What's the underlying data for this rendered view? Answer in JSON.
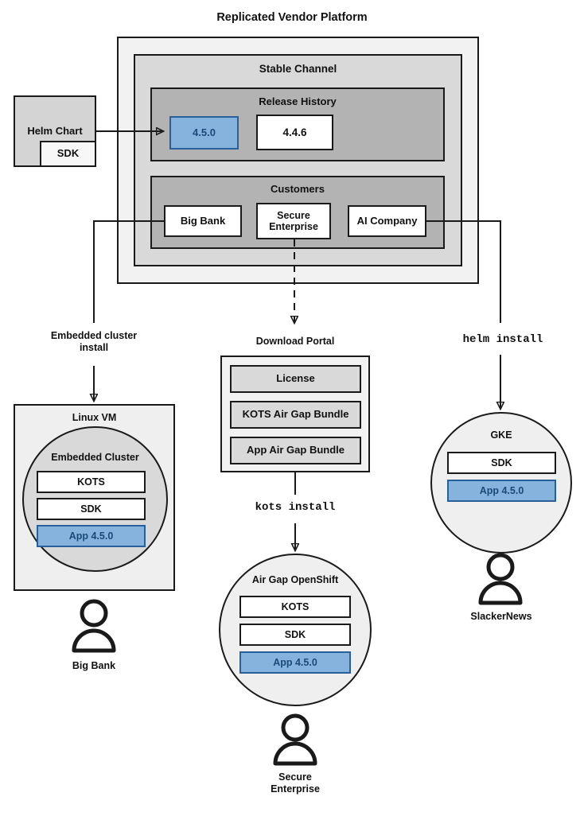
{
  "diagram": {
    "title": "Replicated Vendor Platform",
    "platform": {
      "stable_channel": {
        "title": "Stable Channel",
        "release_history": {
          "title": "Release History",
          "releases": [
            {
              "version": "4.5.0",
              "state": "current",
              "fill": "#85b3dd",
              "border": "#2a6099",
              "text": "#1a4a7a"
            },
            {
              "version": "4.4.6",
              "state": "previous",
              "fill": "#ffffff",
              "border": "#1a1a1a",
              "text": "#111111"
            }
          ]
        },
        "customers": {
          "title": "Customers",
          "items": [
            {
              "name": "Big Bank"
            },
            {
              "name": "Secure\nEnterprise"
            },
            {
              "name": "AI Company"
            }
          ]
        }
      }
    },
    "source": {
      "helm_chart": {
        "label": "Helm Chart",
        "sdk_label": "SDK"
      }
    },
    "paths": {
      "embedded": {
        "label": "Embedded cluster\ninstall"
      },
      "download": {
        "label": "Download Portal"
      },
      "helm": {
        "label": "helm install",
        "mono": true
      },
      "kots": {
        "label": "kots install",
        "mono": true
      }
    },
    "download_portal": {
      "title": "Download Portal",
      "artifacts": [
        {
          "label": "License"
        },
        {
          "label": "KOTS Air Gap Bundle"
        },
        {
          "label": "App Air Gap Bundle"
        }
      ]
    },
    "targets": [
      {
        "id": "linux-vm",
        "title": "Linux VM",
        "inner_title": "Embedded Cluster",
        "components": [
          {
            "label": "KOTS",
            "kind": "plain"
          },
          {
            "label": "SDK",
            "kind": "plain"
          },
          {
            "label": "App 4.5.0",
            "kind": "app"
          }
        ],
        "user": "Big Bank"
      },
      {
        "id": "air-gap-openshift",
        "title": "Air Gap OpenShift",
        "components": [
          {
            "label": "KOTS",
            "kind": "plain"
          },
          {
            "label": "SDK",
            "kind": "plain"
          },
          {
            "label": "App 4.5.0",
            "kind": "app"
          }
        ],
        "user": "Secure\nEnterprise"
      },
      {
        "id": "gke",
        "title": "GKE",
        "components": [
          {
            "label": "SDK",
            "kind": "plain"
          },
          {
            "label": "App 4.5.0",
            "kind": "app"
          }
        ],
        "user": "SlackerNews"
      }
    ],
    "colors": {
      "outer_fill": "#f2f2f2",
      "channel_fill": "#d9d9d9",
      "section_fill": "#b3b3b3",
      "circle_fill": "#efefef",
      "embedded_fill": "#d9d9d9",
      "helm_fill": "#d4d4d4",
      "portal_fill": "#f2f2f2",
      "artifact_fill": "#d9d9d9",
      "app_fill": "#85b3dd",
      "app_border": "#2a6099",
      "app_text": "#1a4a7a",
      "stroke": "#1a1a1a"
    }
  }
}
